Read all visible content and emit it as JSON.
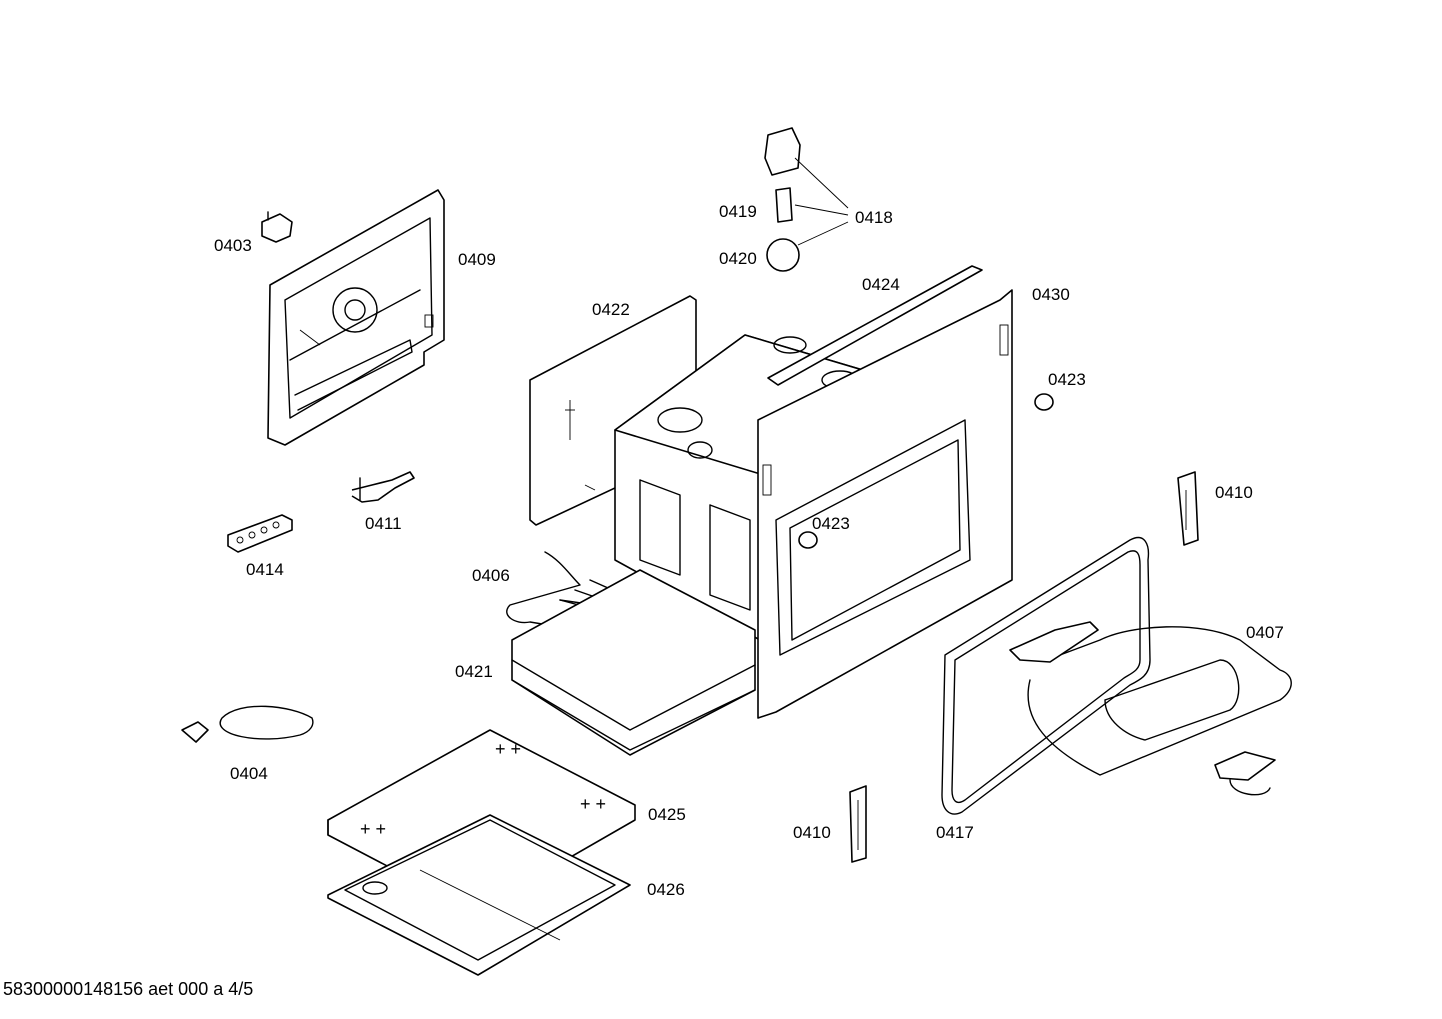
{
  "labels": {
    "p0403": "0403",
    "p0404": "0404",
    "p0406": "0406",
    "p0407": "0407",
    "p0409": "0409",
    "p0410a": "0410",
    "p0410b": "0410",
    "p0411": "0411",
    "p0414": "0414",
    "p0417": "0417",
    "p0418": "0418",
    "p0419": "0419",
    "p0420": "0420",
    "p0421": "0421",
    "p0422": "0422",
    "p0423a": "0423",
    "p0423b": "0423",
    "p0424": "0424",
    "p0425": "0425",
    "p0426": "0426",
    "p0430": "0430"
  },
  "footer": {
    "code": "58300000148156 aet 000 a 4/5"
  }
}
